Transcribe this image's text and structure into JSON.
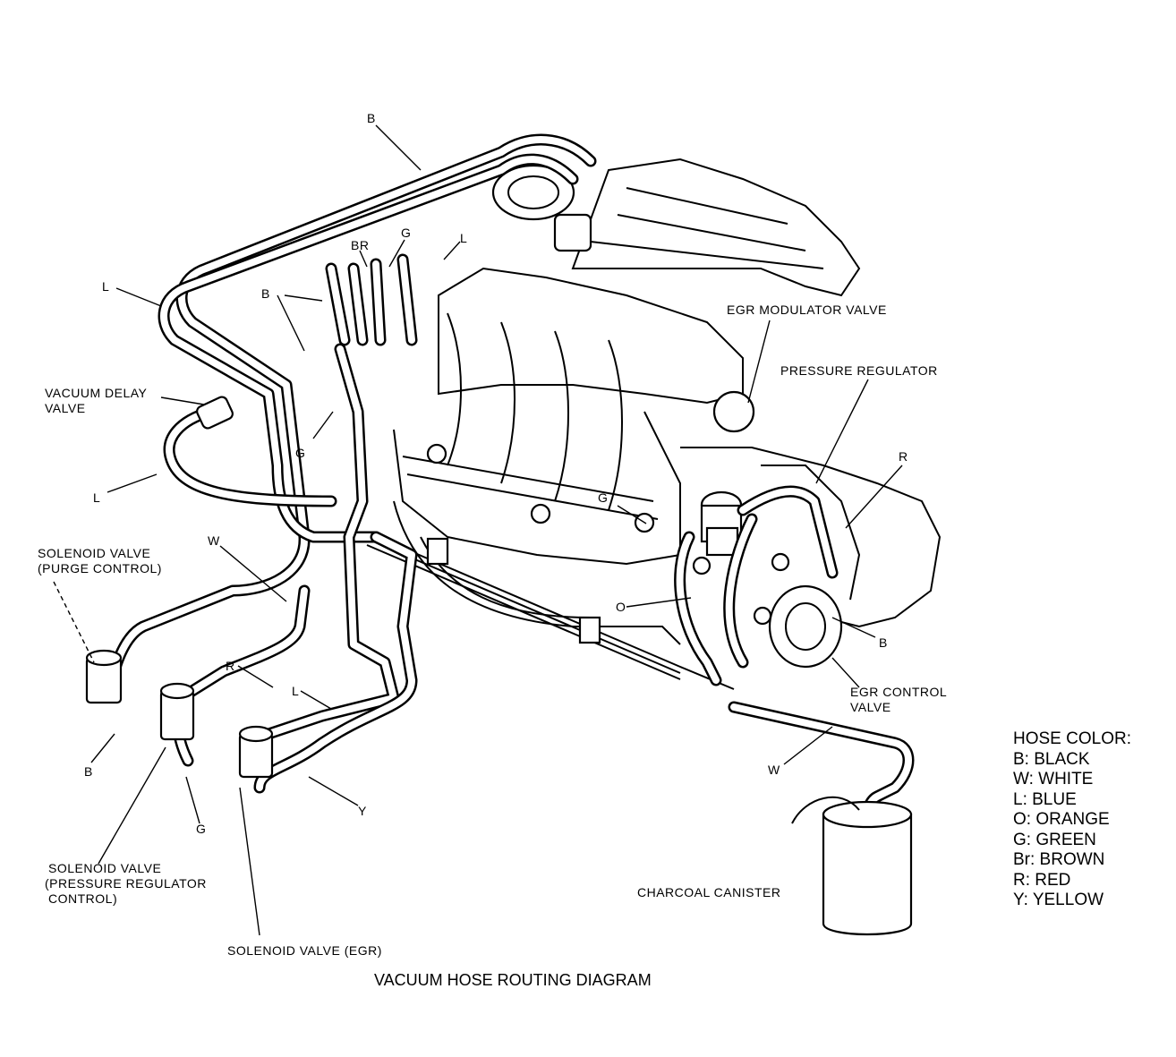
{
  "caption": "VACUUM HOSE ROUTING DIAGRAM",
  "components": {
    "egr_modulator": "EGR MODULATOR VALVE",
    "pressure_regulator": "PRESSURE REGULATOR",
    "vacuum_delay_1": "VACUUM DELAY",
    "vacuum_delay_2": "VALVE",
    "solenoid_purge_1": "SOLENOID VALVE",
    "solenoid_purge_2": "(PURGE CONTROL)",
    "solenoid_pr_1": "SOLENOID VALVE",
    "solenoid_pr_2": "(PRESSURE REGULATOR",
    "solenoid_pr_3": "CONTROL)",
    "solenoid_egr": "SOLENOID VALVE (EGR)",
    "egr_control_1": "EGR CONTROL",
    "egr_control_2": "VALVE",
    "charcoal_canister": "CHARCOAL CANISTER"
  },
  "hose_labels": {
    "b_top": "B",
    "br": "BR",
    "g_top": "G",
    "l_top": "L",
    "b_left": "B",
    "l_left": "L",
    "g_mid": "G",
    "l_lower": "L",
    "w_left": "W",
    "r_mid": "R",
    "l_mid": "L",
    "b_bottom": "B",
    "g_bottom": "G",
    "y_bottom": "Y",
    "g_right": "G",
    "r_right": "R",
    "o_right": "O",
    "b_right": "B",
    "w_right": "W"
  },
  "legend": {
    "title": "HOSE COLOR:",
    "items": [
      "B: BLACK",
      "W: WHITE",
      "L: BLUE",
      "O: ORANGE",
      "G: GREEN",
      "Br: BROWN",
      "R: RED",
      "Y: YELLOW"
    ]
  },
  "colors": {
    "ink": "#000000",
    "paper": "#ffffff"
  }
}
